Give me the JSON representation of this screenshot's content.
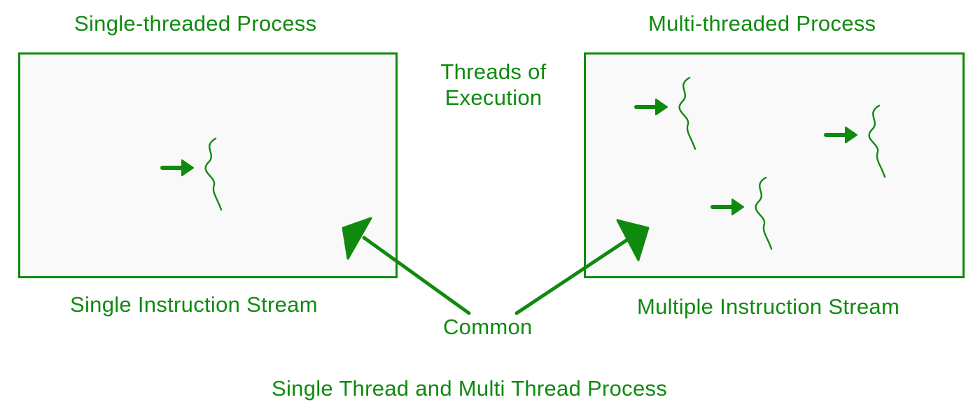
{
  "single": {
    "title": "Single-threaded Process",
    "caption": "Single Instruction Stream"
  },
  "multi": {
    "title": "Multi-threaded Process",
    "caption": "Multiple Instruction Stream"
  },
  "threads_label": "Threads of Execution",
  "common_label": "Common",
  "diagram_title": "Single Thread and Multi Thread Process",
  "colors": {
    "accent": "#0f8a0f",
    "box_fill": "#f9f9f9"
  },
  "icons": [
    "arrow-right-icon",
    "wavy-thread-icon"
  ]
}
